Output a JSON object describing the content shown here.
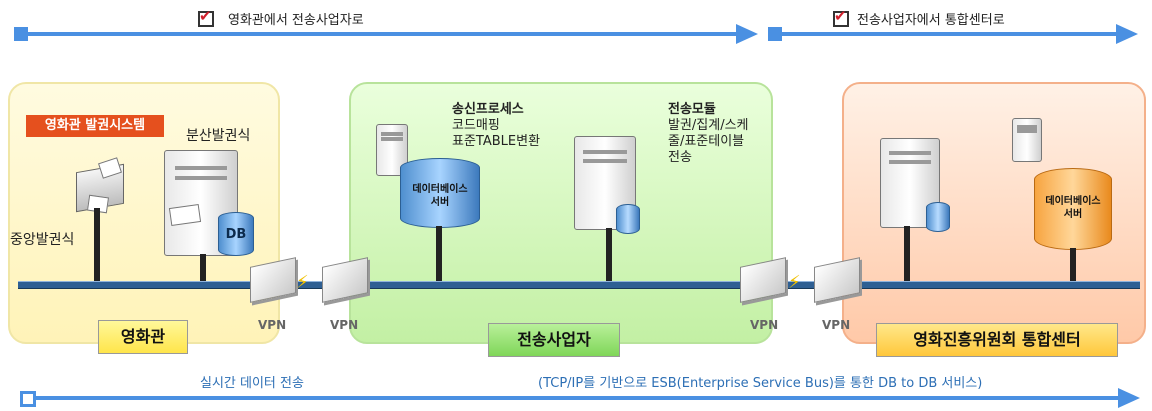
{
  "top": {
    "left_label": "영화관에서 전송사업자로",
    "right_label": "전송사업자에서 통합센터로"
  },
  "cinema": {
    "tag": "영화관 발권시스템",
    "distributed_label": "분산발권식",
    "central_label": "중앙발권식",
    "db_label": "DB",
    "badge": "영화관"
  },
  "transmitter": {
    "send_title": "송신프로세스",
    "send_lines": [
      "코드매핑",
      "표준TABLE변환"
    ],
    "db_server_lines": [
      "데이터베이스",
      "서버"
    ],
    "module_title": "전송모듈",
    "module_lines": [
      "발권/집계/스케",
      "줄/표준테이블",
      "전송"
    ],
    "badge": "전송사업자"
  },
  "center": {
    "db_server_lines": [
      "데이터베이스",
      "서버"
    ],
    "badge": "영화진흥위원회 통합센터"
  },
  "vpn": [
    "VPN",
    "VPN",
    "VPN",
    "VPN"
  ],
  "bottom": {
    "left_label": "실시간 데이터 전송",
    "right_label": "(TCP/IP를 기반으로 ESB(Enterprise Service Bus)를 통한 DB to DB 서비스)"
  },
  "colors": {
    "arrow": "#4a90e2",
    "bus": "#2e5f93",
    "tag": "#e5501e",
    "cinema_panel": "#fff3b8",
    "transmitter_panel": "#c3f0a4",
    "center_panel": "#ffc9a8"
  }
}
